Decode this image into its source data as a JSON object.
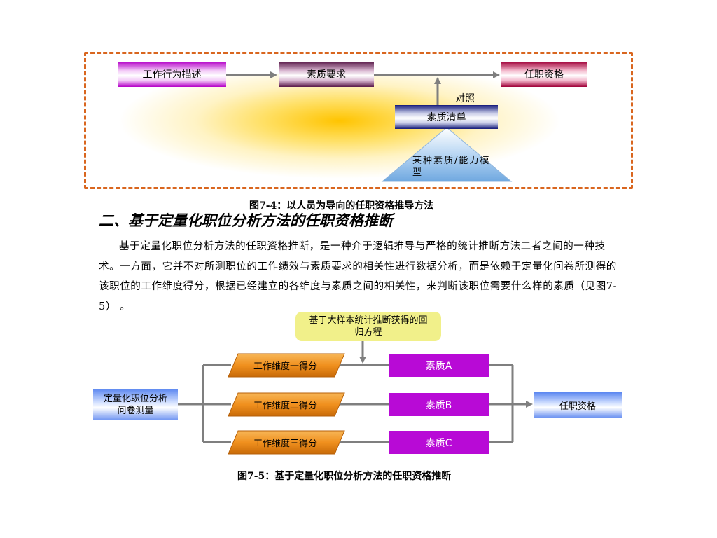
{
  "figure1": {
    "box_work_behavior": "工作行为描述",
    "box_competency_req": "素质要求",
    "box_qualification": "任职资格",
    "label_compare": "对照",
    "box_competency_list": "素质清单",
    "triangle_model": "某种素质/能力模型",
    "caption": "图7-4：以人员为导向的任职资格推导方法"
  },
  "section": {
    "heading": "二、基于定量化职位分析方法的任职资格推断",
    "paragraph": "基于定量化职位分析方法的任职资格推断，是一种介于逻辑推导与严格的统计推断方法二者之间的一种技术。一方面，它并不对所测职位的工作绩效与素质要求的相关性进行数据分析，而是依赖于定量化问卷所测得的该职位的工作维度得分，根据已经建立的各维度与素质之间的相关性，来判断该职位需要什么样的素质（见图7-5）  。"
  },
  "figure2": {
    "regression_box": "基于大样本统计推断获得的回归方程",
    "questionnaire_box": "定量化职位分析问卷测量",
    "dimension_1": "工作维度一得分",
    "dimension_2": "工作维度二得分",
    "dimension_3": "工作维度三得分",
    "competency_a": "素质A",
    "competency_b": "素质B",
    "competency_c": "素质C",
    "qualification_box": "任职资格",
    "caption": "图7-5：基于定量化职位分析方法的任职资格推断"
  },
  "colors": {
    "dashed_border": "#d9661f",
    "arrow_gray": "#7f7f7f",
    "orange_parallelogram": "#f0901e",
    "magenta_box": "#b80ad6",
    "yellow_box": "#f1f08a",
    "triangle_blue": "#7fb2e6"
  }
}
